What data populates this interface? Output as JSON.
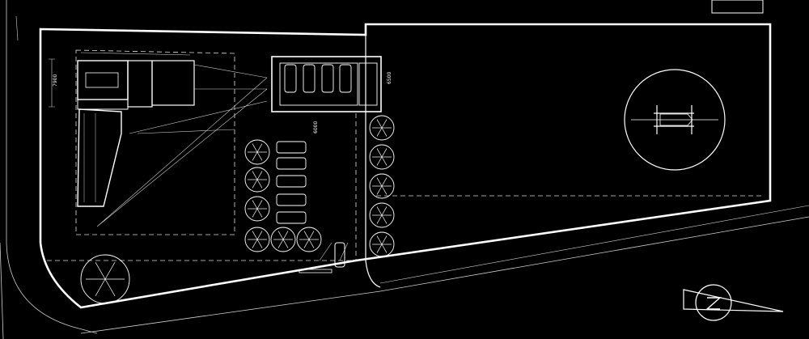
{
  "labels": {
    "dim_left": "7900",
    "dim_right": "6500",
    "dim_bottom": "6000"
  },
  "colors": {
    "background": "#000000",
    "lines": "#ffffff"
  },
  "icons": {
    "north_arrow": "north-arrow-icon",
    "helicopter": "helicopter-icon",
    "tree": "tree-icon",
    "car": "car-icon"
  }
}
